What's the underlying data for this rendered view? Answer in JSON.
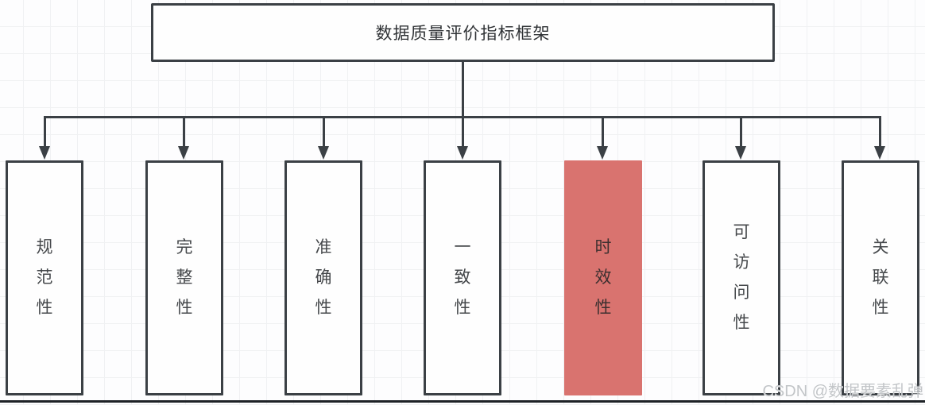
{
  "diagram": {
    "title": "数据质量评价指标框架",
    "nodes": [
      {
        "label": "规范性",
        "highlighted": false
      },
      {
        "label": "完整性",
        "highlighted": false
      },
      {
        "label": "准确性",
        "highlighted": false
      },
      {
        "label": "一致性",
        "highlighted": false
      },
      {
        "label": "时效性",
        "highlighted": true
      },
      {
        "label": "可访问性",
        "highlighted": false
      },
      {
        "label": "关联性",
        "highlighted": false
      }
    ],
    "colors": {
      "line": "#3b4045",
      "node_fill": "#fefefe",
      "highlight_fill": "#d9736f",
      "text": "#45484b"
    }
  },
  "watermark": {
    "text": "CSDN @数据要素乱弹"
  }
}
